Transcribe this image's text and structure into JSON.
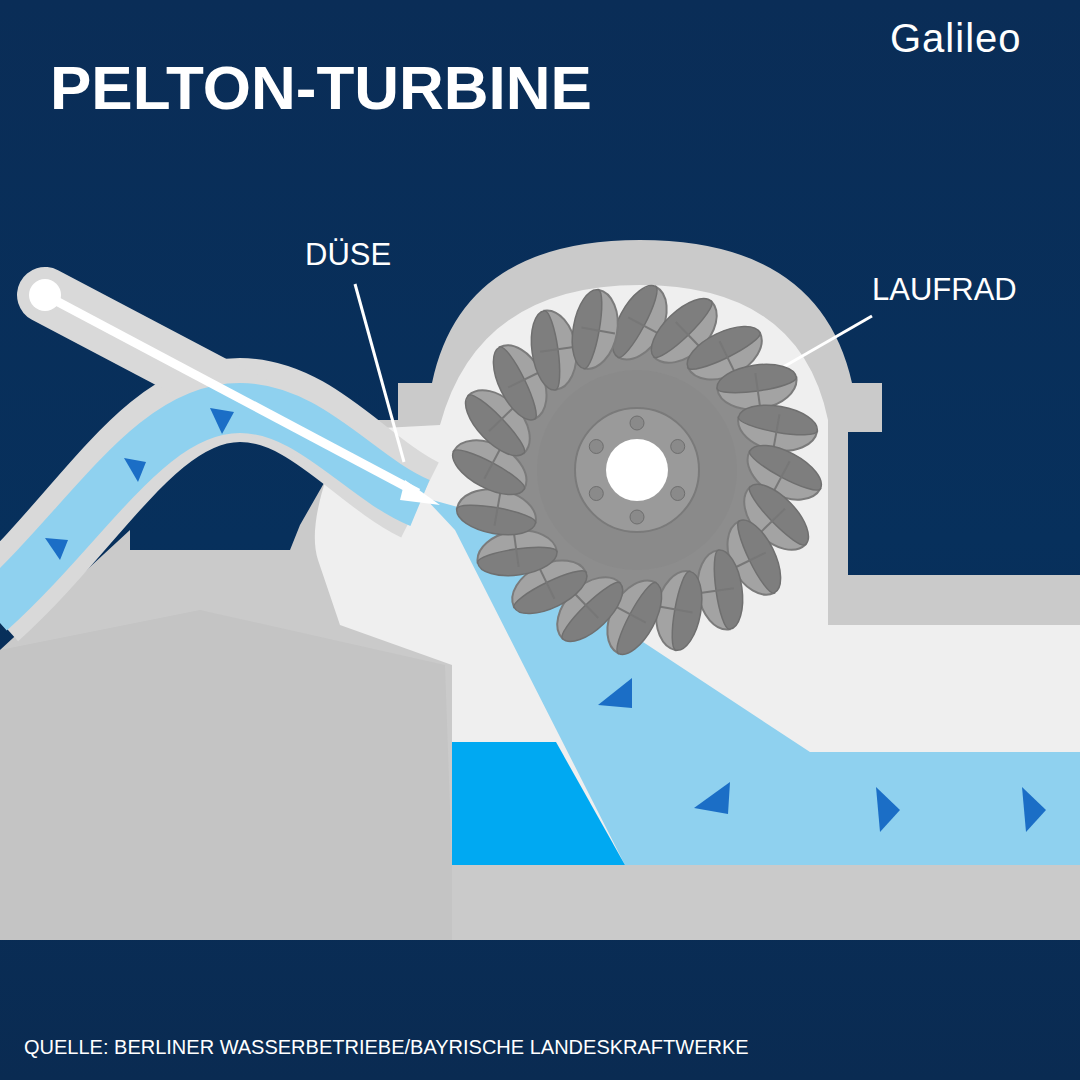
{
  "diagram": {
    "title": "PELTON-TURBINE",
    "caption": "QUELLE: BERLINER WASSERBETRIEBE/BAYRISCHE LANDESKRAFTWERKE",
    "labels": [
      "DÜSE",
      "LAUFRAD",
      "Galileo"
    ]
  }
}
